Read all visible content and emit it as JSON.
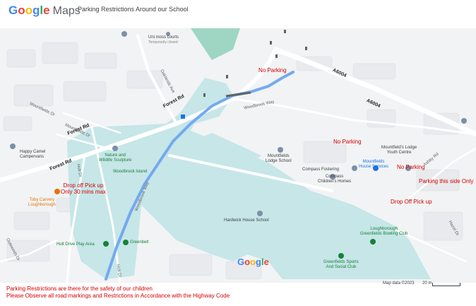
{
  "header": {
    "logo_letters": [
      {
        "char": "G",
        "color": "#4285f4"
      },
      {
        "char": "o",
        "color": "#ea4335"
      },
      {
        "char": "o",
        "color": "#fbbc05"
      },
      {
        "char": "g",
        "color": "#4285f4"
      },
      {
        "char": "l",
        "color": "#34a853"
      },
      {
        "char": "e",
        "color": "#ea4335"
      }
    ],
    "logo_product": "Maps",
    "title": "Parking Restrictions Around our School"
  },
  "map": {
    "roads": {
      "forest_rd_1": "Forest Rd",
      "forest_rd_2": "Forest Rd",
      "forest_rd_3": "Forest Rd",
      "oaklands_ave": "Oaklands Ave",
      "woodbrook_way_1": "Woodbrook Way",
      "woodbrook_way_2": "Woodbrook Way",
      "a6004_1": "A6004",
      "a6004_2": "A6004",
      "holt_dr_1": "Holt Dr",
      "holt_dr_2": "Holt Dr",
      "mountfields_dr_1": "Mountfields Dr",
      "mountfields_dr_2": "Mountfields Dr",
      "outwoods_dr": "Outwoods Dr",
      "hazel_dr": "Hazel Dr",
      "ashby_rd": "Ashby Rd"
    },
    "pois": {
      "uni_moss_courts": "Uni moss courts",
      "temp_closed": "Temporarily closed",
      "happy_camel": "Happy Camel\nCampervans",
      "nature_sculpture": "Nature and\nWildlife Sculpture",
      "woodbrook_island": "Woodbrook Island",
      "toby_carvery": "Toby Carvery\nLoughborough",
      "holt_drive_play": "Holt Drive Play Area",
      "greenbelt": "Greenbelt",
      "mountfields_lodge_school": "Mountfields\nLodge School",
      "mountfields_youth": "Mountfield's Lodge\nYouth Centre",
      "mountfields_house": "Mountfields\nHouse Services",
      "compass_fostering": "Compass Fostering",
      "compass_childrens": "Compass\nChildren's Homes",
      "hardwick_house": "Hardwick House School",
      "bowling_club": "Loughborough\nGreenfields Bowling Club",
      "greenfields_sports": "Greenfields Sports\nAnd Social Club"
    },
    "annotations": {
      "no_parking_1": "No Parking",
      "no_parking_2": "No Parking",
      "no_parking_3": "No Parking",
      "parking_side": "Parking this side Only",
      "drop_off_1": "Drop off Pick up\nOnly 30 mins max",
      "drop_off_2": "Drop Off Pick up"
    },
    "google_logo": [
      {
        "char": "G",
        "color": "#4285f4"
      },
      {
        "char": "o",
        "color": "#ea4335"
      },
      {
        "char": "o",
        "color": "#fbbc05"
      },
      {
        "char": "g",
        "color": "#4285f4"
      },
      {
        "char": "l",
        "color": "#34a853"
      },
      {
        "char": "e",
        "color": "#ea4335"
      }
    ],
    "attribution": "Map data ©2023",
    "scale": "20 m",
    "colors": {
      "land": "#f1f3f4",
      "building": "#e8eaed",
      "park": "#c6e6e8",
      "green": "#9ed6c3",
      "footpath": "#74a9f0",
      "annotation": "#d50000"
    }
  },
  "footer": {
    "line1": "Parking Restrictions are there for the safety of our children",
    "line2": "Please Observe all road markings and Restrictions in Accordance with the Highway Code"
  }
}
